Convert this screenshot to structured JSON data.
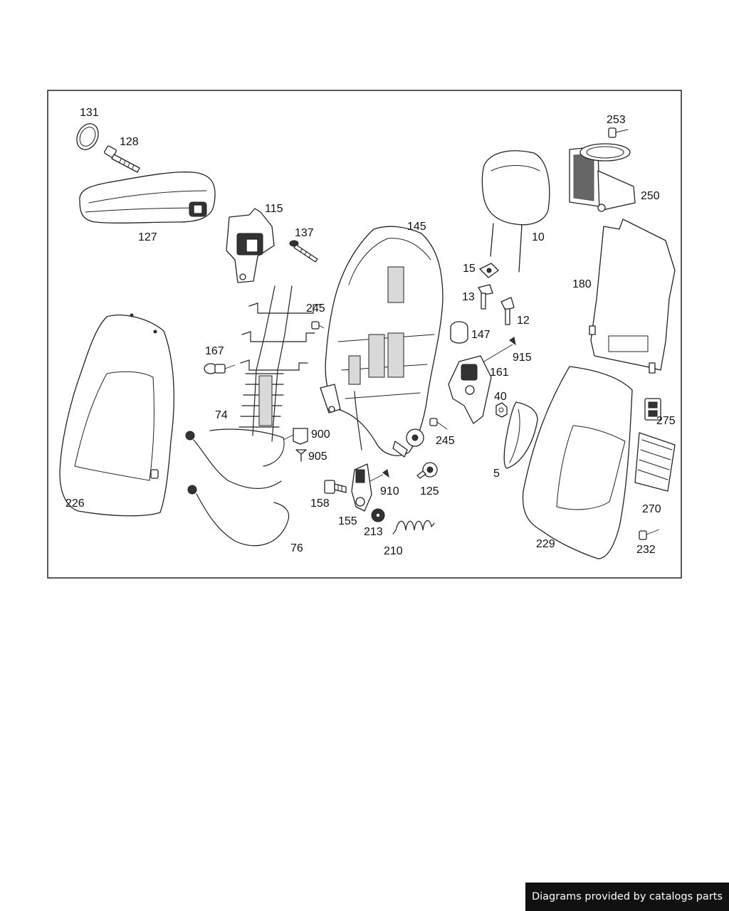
{
  "diagram": {
    "callouts": [
      "131",
      "128",
      "127",
      "115",
      "137",
      "145",
      "10",
      "253",
      "250",
      "180",
      "15",
      "13",
      "12",
      "147",
      "915",
      "161",
      "245",
      "245",
      "167",
      "74",
      "900",
      "905",
      "226",
      "76",
      "158",
      "910",
      "155",
      "213",
      "210",
      "125",
      "40",
      "5",
      "229",
      "275",
      "270",
      "232"
    ]
  },
  "footer": {
    "credit": "Diagrams provided by catalogs parts"
  }
}
